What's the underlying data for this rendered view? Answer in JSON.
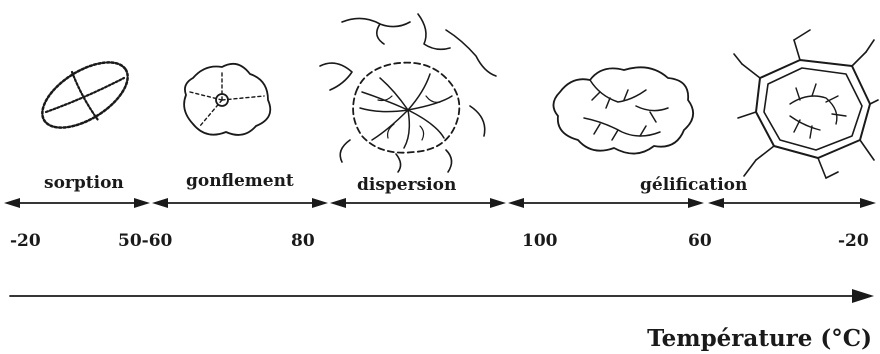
{
  "phases": [
    {
      "label": "sorption",
      "icon": "ellipse-granule-icon"
    },
    {
      "label": "gonflement",
      "icon": "swollen-granule-icon"
    },
    {
      "label": "dispersion",
      "icon": "dispersed-granule-icon"
    },
    {
      "label": "gélification",
      "icon": "gel-network-icon"
    }
  ],
  "ticks": [
    "-20",
    "50-60",
    "80",
    "100",
    "60",
    "-20"
  ],
  "axis": {
    "title": "Température (°C)"
  },
  "colors": {
    "ink": "#1a1a1a",
    "background": "#ffffff"
  }
}
